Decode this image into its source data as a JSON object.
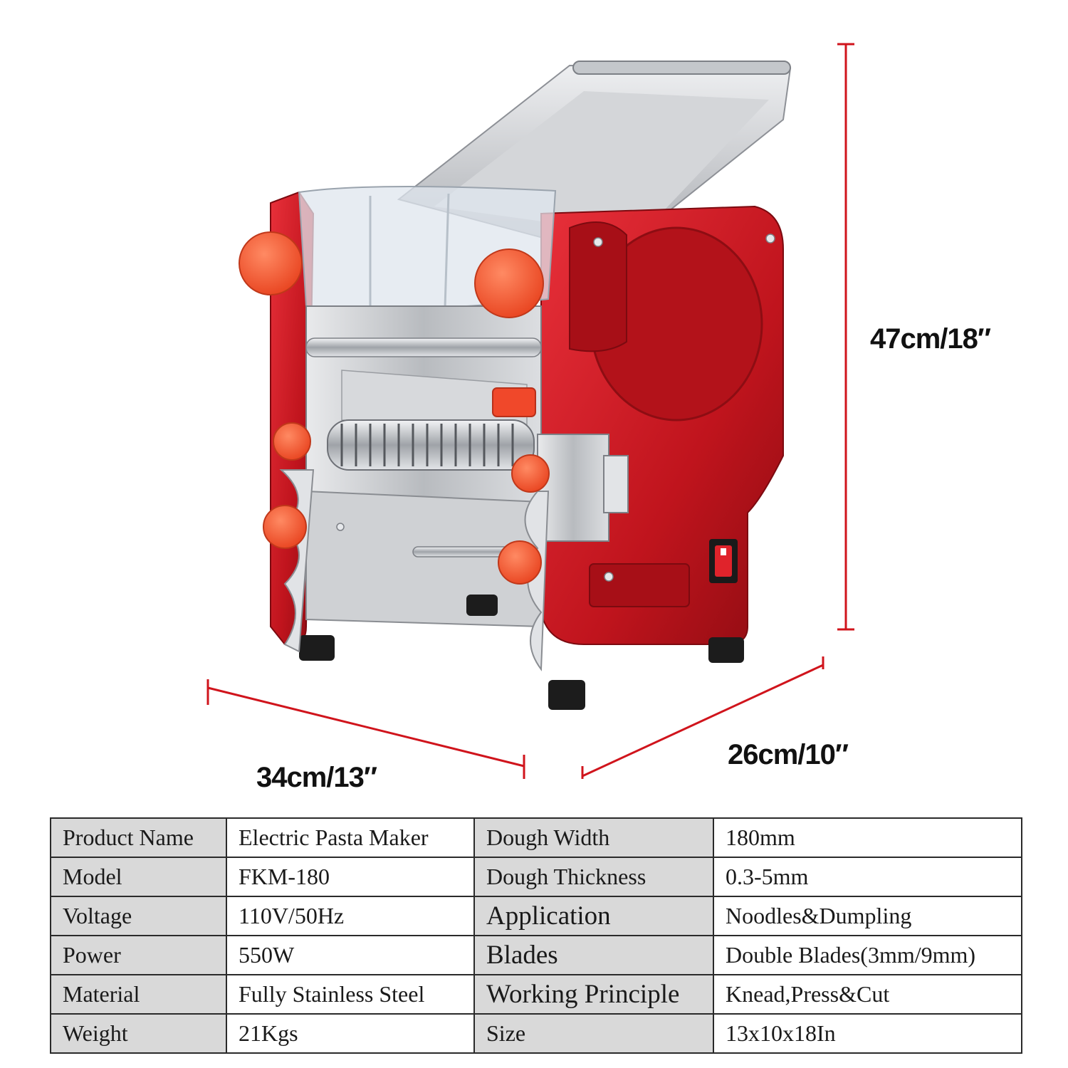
{
  "dimensions": {
    "height": "47cm/18″",
    "width": "34cm/13″",
    "depth": "26cm/10″"
  },
  "colors": {
    "dimension_line": "#d0141c",
    "machine_body": "#c8161e",
    "knob": "#ff5a36",
    "steel": "#c9cbce",
    "table_header_bg": "#d9d9d9",
    "table_border": "#2a2a2a"
  },
  "icons": {
    "machine": "pasta-maker-illustration",
    "knob": "flower-knob-icon",
    "switch": "power-switch-icon"
  },
  "specs": {
    "rows": [
      {
        "label1": "Product Name",
        "value1": "Electric Pasta Maker",
        "label2": "Dough Width",
        "value2": "180mm"
      },
      {
        "label1": "Model",
        "value1": "FKM-180",
        "label2": "Dough Thickness",
        "value2": "0.3-5mm"
      },
      {
        "label1": "Voltage",
        "value1": "110V/50Hz",
        "label2": "Application",
        "value2": "Noodles&Dumpling"
      },
      {
        "label1": "Power",
        "value1": "550W",
        "label2": "Blades",
        "value2": "Double Blades(3mm/9mm)"
      },
      {
        "label1": "Material",
        "value1": "Fully Stainless Steel",
        "label2": "Working Principle",
        "value2": "Knead,Press&Cut"
      },
      {
        "label1": "Weight",
        "value1": "21Kgs",
        "label2": "Size",
        "value2": "13x10x18In"
      }
    ]
  }
}
